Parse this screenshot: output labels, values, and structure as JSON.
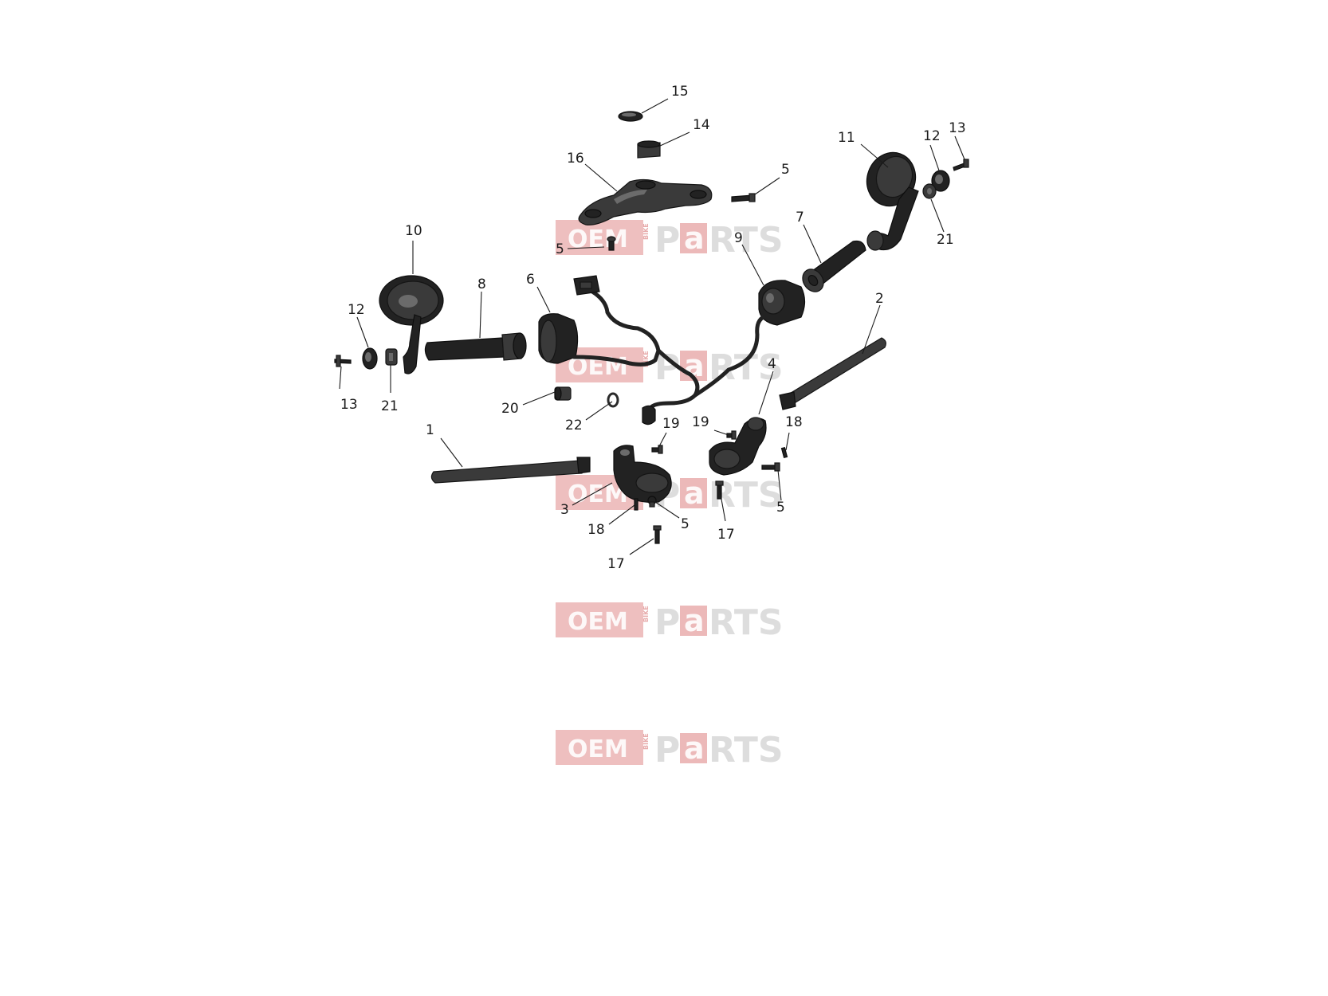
{
  "diagram": {
    "callouts": {
      "c1": "1",
      "c2": "2",
      "c3": "3",
      "c4": "4",
      "c5a": "5",
      "c5b": "5",
      "c5c": "5",
      "c5d": "5",
      "c6": "6",
      "c7": "7",
      "c8": "8",
      "c9": "9",
      "c10": "10",
      "c11": "11",
      "c12a": "12",
      "c12b": "12",
      "c13a": "13",
      "c13b": "13",
      "c14": "14",
      "c15": "15",
      "c16": "16",
      "c17a": "17",
      "c17b": "17",
      "c18a": "18",
      "c18b": "18",
      "c19a": "19",
      "c19b": "19",
      "c20": "20",
      "c21a": "21",
      "c21b": "21",
      "c22": "22"
    }
  },
  "watermark": {
    "oem": "OEM",
    "bike": "BIKE",
    "p": "P",
    "a": "a",
    "rts": "RTS",
    "color_oem": "#e08a8a",
    "color_parts": "#cfcfcf"
  }
}
